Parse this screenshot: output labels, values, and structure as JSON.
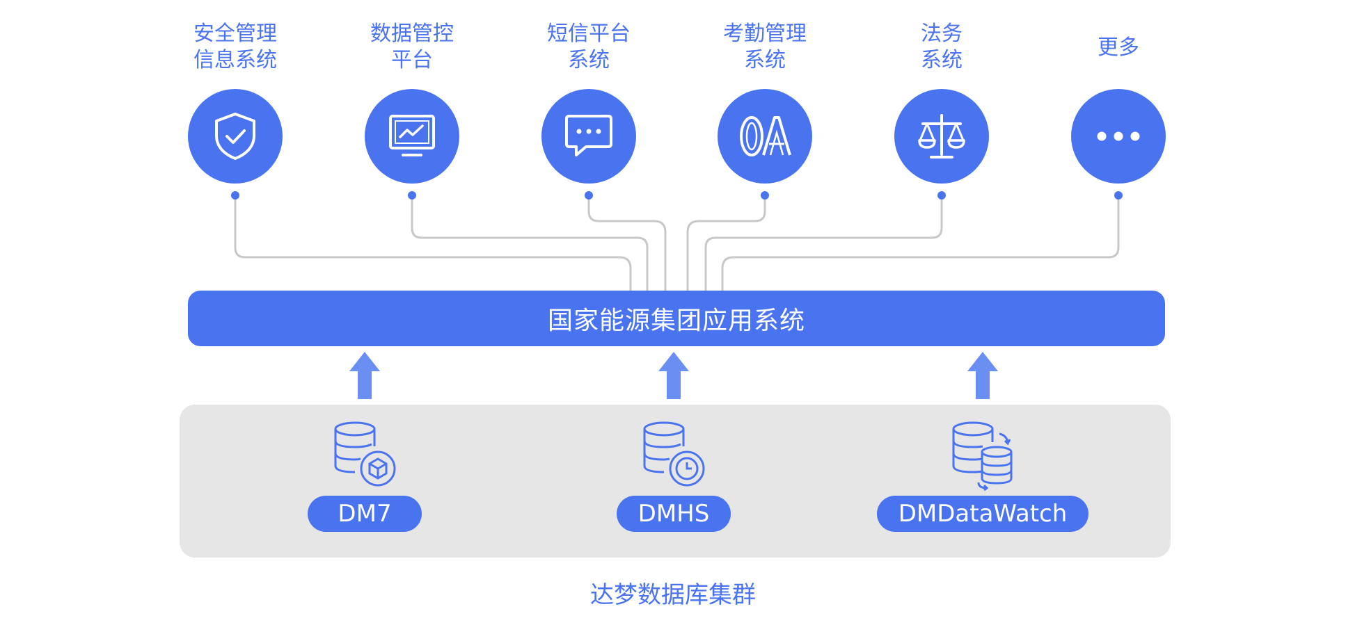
{
  "apps": [
    {
      "label": "安全管理\n信息系统",
      "icon": "shield-check-icon"
    },
    {
      "label": "数据管控\n平台",
      "icon": "monitor-chart-icon"
    },
    {
      "label": "短信平台\n系统",
      "icon": "chat-bubble-icon"
    },
    {
      "label": "考勤管理\n系统",
      "icon": "oa-icon"
    },
    {
      "label": "法务\n系统",
      "icon": "scales-icon"
    },
    {
      "label": "更多",
      "icon": "more-dots-icon"
    }
  ],
  "main_system": "国家能源集团应用系统",
  "products": [
    {
      "label": "DM7",
      "icon": "database-cube-icon"
    },
    {
      "label": "DMHS",
      "icon": "database-clock-icon"
    },
    {
      "label": "DMDataWatch",
      "icon": "database-sync-icon"
    }
  ],
  "cluster_label": "达梦数据库集群",
  "colors": {
    "accent": "#4a73f0",
    "arrow": "#6b8ef3",
    "connector": "#c8c8c8",
    "cluster_bg": "#e6e6e6"
  }
}
